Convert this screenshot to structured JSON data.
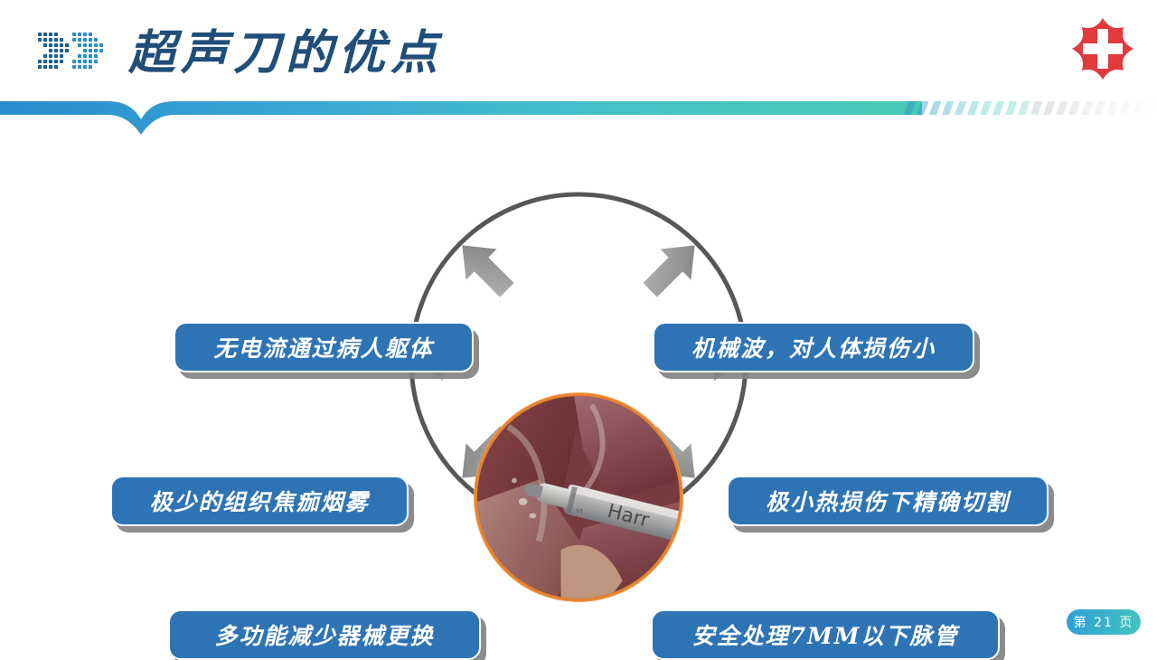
{
  "slide": {
    "title": "超声刀的优点",
    "background_color": "#ffffff",
    "title_color": "#1f4e79",
    "accent_blue": "#2e74b5",
    "accent_teal": "#45c4c0",
    "ring_color": "#595959",
    "arrow_color": "#9b9b9b",
    "photo_border_color": "#e8822c"
  },
  "header": {
    "logo_icon": "double-chevron-dots-logo",
    "hospital_logo_icon": "red-hospital-cross-logo",
    "band_icon": "gradient-divider-band",
    "stripes_icon": "diagonal-stripes-decoration"
  },
  "diagram": {
    "center_image_label": "Harr",
    "center_image_icon": "laparoscopic-surgery-photo",
    "arrows": [
      "arrow-up-left",
      "arrow-up-right",
      "arrow-left",
      "arrow-right",
      "arrow-down-left",
      "arrow-down-right"
    ],
    "boxes": [
      {
        "id": "top-left",
        "label": "无电流通过病人躯体"
      },
      {
        "id": "top-right",
        "label": "机械波，对人体损伤小"
      },
      {
        "id": "middle-left",
        "label": "极少的组织焦痂烟雾"
      },
      {
        "id": "middle-right",
        "label": "极小热损伤下精确切割"
      },
      {
        "id": "bottom-left",
        "label": "多功能减少器械更换"
      },
      {
        "id": "bottom-right",
        "label": "安全处理7MM以下脉管"
      }
    ]
  },
  "footer": {
    "page_label": "第 21 页"
  }
}
